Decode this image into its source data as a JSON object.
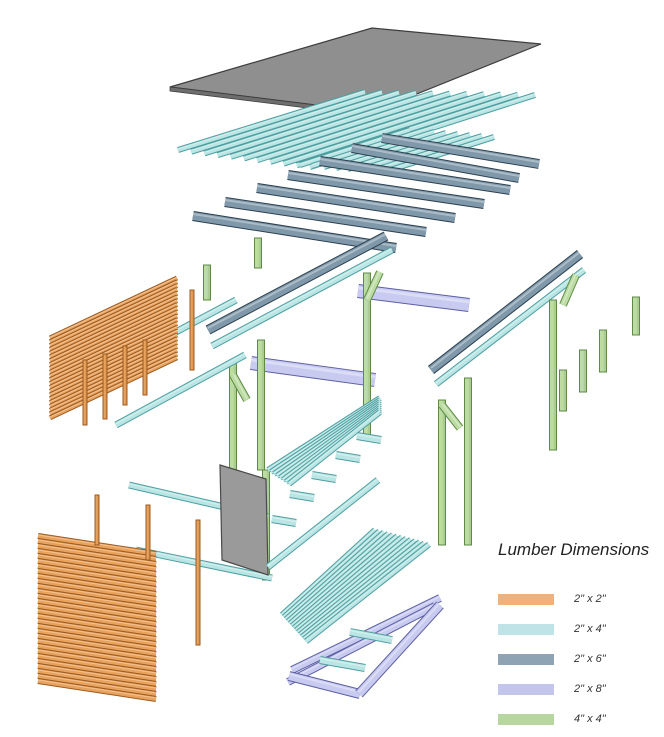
{
  "legend": {
    "title": "Lumber Dimensions",
    "items": [
      {
        "label": "2\" x 2\"",
        "color": "#f0b27a",
        "key": "2x2"
      },
      {
        "label": "2\" x 4\"",
        "color": "#bfe3e6",
        "key": "2x4"
      },
      {
        "label": "2\" x 6\"",
        "color": "#8ea3b3",
        "key": "2x6"
      },
      {
        "label": "2\" x 8\"",
        "color": "#c3c6ea",
        "key": "2x8"
      },
      {
        "label": "4\" x 4\"",
        "color": "#b7d6a0",
        "key": "4x4"
      }
    ]
  },
  "colors": {
    "2x2": "#e9a25c",
    "2x2_dark": "#9b5a21",
    "2x4": "#b9e5e4",
    "2x4_dark": "#4e9ea0",
    "2x6": "#7f98aa",
    "2x6_dark": "#2c3f4e",
    "2x8": "#c8caf0",
    "2x8_dark": "#5c5fa0",
    "4x4": "#bcdca4",
    "4x4_dark": "#5d8a45",
    "panel": "#9a9a9a",
    "panel_dark": "#4a4a4a"
  }
}
